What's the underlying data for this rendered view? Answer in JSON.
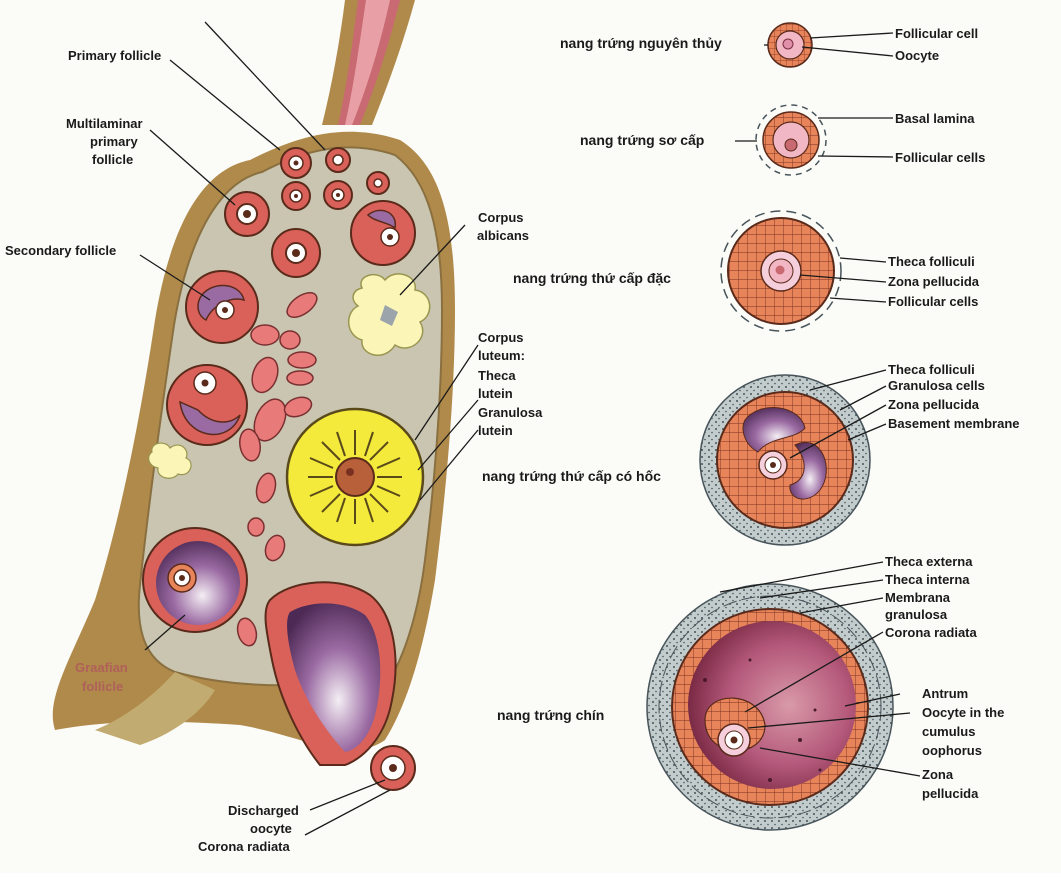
{
  "ovary_labels": {
    "primary_follicle": "Primary follicle",
    "multilaminar_1": "Multilaminar",
    "multilaminar_2": "primary",
    "multilaminar_3": "follicle",
    "secondary_follicle": "Secondary follicle",
    "corpus_albicans_1": "Corpus",
    "corpus_albicans_2": "albicans",
    "corpus_luteum_1": "Corpus",
    "corpus_luteum_2": "luteum:",
    "theca_lutein_1": "Theca",
    "theca_lutein_2": "lutein",
    "granulosa_lutein_1": "Granulosa",
    "granulosa_lutein_2": "lutein",
    "graafian_1": "Graafian",
    "graafian_2": "follicle",
    "discharged_1": "Discharged",
    "discharged_2": "oocyte",
    "corona_radiata": "Corona radiata"
  },
  "stages": {
    "primordial": {
      "title": "nang trứng nguyên thủy",
      "labels": [
        "Follicular cell",
        "Oocyte"
      ]
    },
    "primary": {
      "title": "nang trứng sơ cấp",
      "labels": [
        "Basal lamina",
        "Follicular cells"
      ]
    },
    "secondary_solid": {
      "title": "nang trứng thứ cấp đặc",
      "labels": [
        "Theca folliculi",
        "Zona pellucida",
        "Follicular cells"
      ]
    },
    "secondary_antral": {
      "title": "nang trứng thứ cấp có hốc",
      "labels": [
        "Theca folliculi",
        "Granulosa cells",
        "Zona pellucida",
        "Basement membrane"
      ]
    },
    "mature": {
      "title": "nang trứng chín",
      "labels_top": [
        "Theca externa",
        "Theca interna",
        "Membrana",
        "granulosa",
        "Corona radiata"
      ],
      "labels_bottom": [
        "Antrum",
        "Oocyte in the",
        "cumulus",
        "oophorus",
        "Zona",
        "pellucida"
      ]
    }
  },
  "colors": {
    "ovary_stroma": "#c9c5b0",
    "ovary_border": "#b08a4a",
    "follicle_pink": "#d9615a",
    "granulosa": "#e8845a",
    "lutein_yellow": "#f3ea3c",
    "albicans": "#fbf5b8",
    "antrum_purple": "#8a5a8e"
  }
}
